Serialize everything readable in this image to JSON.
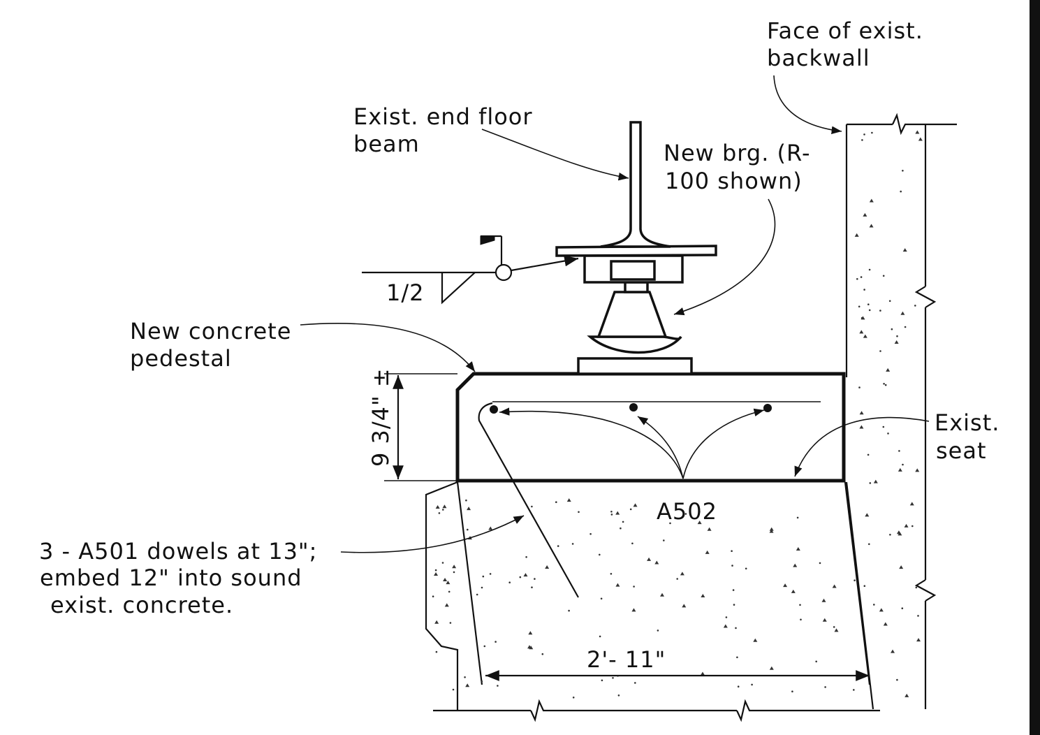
{
  "labels": {
    "backwall_1": "Face of exist.",
    "backwall_2": "backwall",
    "floor_beam_1": "Exist. end floor",
    "floor_beam_2": "beam",
    "bearing_1": "New brg. (R-",
    "bearing_2": "100 shown)",
    "weld_size": "1/2",
    "pedestal_1": "New concrete",
    "pedestal_2": "pedestal",
    "seat_1": "Exist.",
    "seat_2": "seat",
    "rebar": "A502",
    "dowels_1": "3 - A501 dowels at 13\";",
    "dowels_2": "embed 12\" into sound",
    "dowels_3": "exist. concrete.",
    "width_dim": "2'- 11\"",
    "height_dim": "9 3/4\" ±"
  }
}
